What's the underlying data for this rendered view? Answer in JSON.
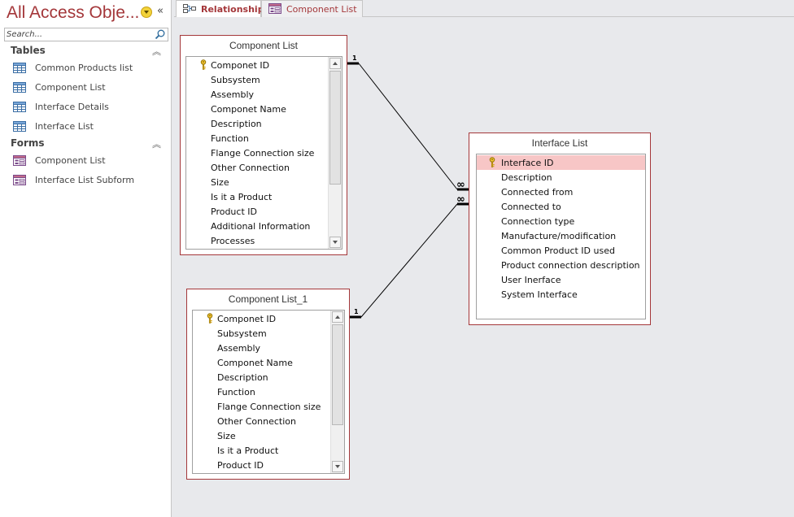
{
  "nav": {
    "title": "All Access Obje...",
    "search_placeholder": "Search...",
    "groups": [
      {
        "label": "Tables",
        "items": [
          "Common Products list",
          "Component List",
          "Interface Details",
          "Interface List"
        ]
      },
      {
        "label": "Forms",
        "items": [
          "Component List",
          "Interface List Subform"
        ]
      }
    ]
  },
  "tabs": [
    {
      "label": "Relationships",
      "active": true
    },
    {
      "label": "Component List",
      "active": false
    }
  ],
  "tables": {
    "component_list": {
      "title": "Component List",
      "fields": [
        "Componet ID",
        "Subsystem",
        "Assembly",
        "Componet Name",
        "Description",
        "Function",
        "Flange Connection size",
        "Other Connection",
        "Size",
        "Is it a Product",
        "Product ID",
        "Additional Information",
        "Processes"
      ]
    },
    "component_list_1": {
      "title": "Component List_1",
      "fields": [
        "Componet ID",
        "Subsystem",
        "Assembly",
        "Componet Name",
        "Description",
        "Function",
        "Flange Connection size",
        "Other Connection",
        "Size",
        "Is it a Product",
        "Product ID"
      ]
    },
    "interface_list": {
      "title": "Interface List",
      "fields": [
        "Interface ID",
        "Description",
        "Connected from",
        "Connected to",
        "Connection type",
        "Manufacture/modification",
        "Common Product ID used",
        "Product connection description",
        "User Inerface",
        "System Interface"
      ]
    }
  },
  "relationships": [
    {
      "from_label": "1",
      "to_label": "∞"
    },
    {
      "from_label": "1",
      "to_label": "∞"
    }
  ],
  "colors": {
    "accent": "#a4373a",
    "selected_row": "#f7c6c6",
    "canvas": "#e8e9ec"
  }
}
